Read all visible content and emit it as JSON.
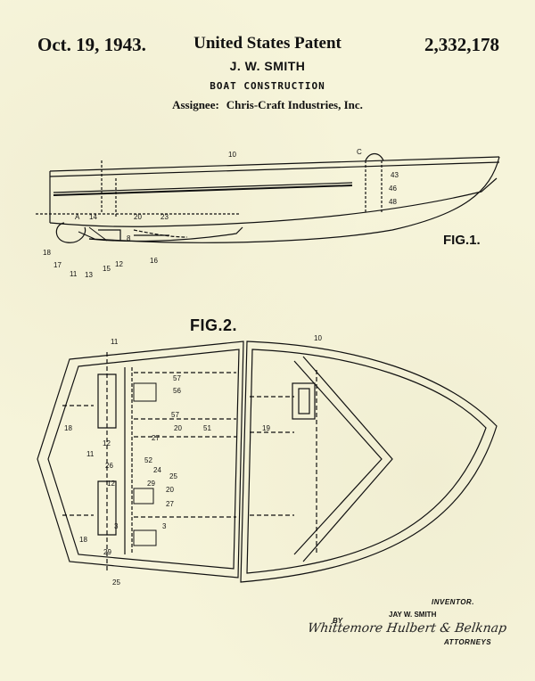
{
  "header": {
    "date": "Oct. 19, 1943.",
    "title": "United States Patent",
    "patent_number": "2,332,178",
    "inventor": "J. W. SMITH",
    "subject": "BOAT CONSTRUCTION",
    "assignee_label": "Assignee:",
    "assignee_name": "Chris-Craft Industries, Inc."
  },
  "figures": {
    "fig1_label": "FIG.1.",
    "fig2_label": "FIG.2."
  },
  "fig1_refs": [
    "10",
    "C",
    "43",
    "46",
    "48",
    "A",
    "14",
    "20",
    "23",
    "8",
    "18",
    "17",
    "11",
    "13",
    "15",
    "12",
    "16"
  ],
  "fig2_refs": [
    "10",
    "11",
    "57",
    "56",
    "57",
    "18",
    "20",
    "51",
    "27",
    "12",
    "52",
    "26",
    "11",
    "24",
    "25",
    "29",
    "12",
    "20",
    "27",
    "3",
    "3",
    "18",
    "29",
    "25",
    "19"
  ],
  "footer": {
    "inventor_label": "INVENTOR.",
    "inventor_name": "JAY W. SMITH",
    "by_label": "BY",
    "signature": "Whittemore Hulbert & Belknap",
    "attorneys_label": "ATTORNEYS"
  }
}
